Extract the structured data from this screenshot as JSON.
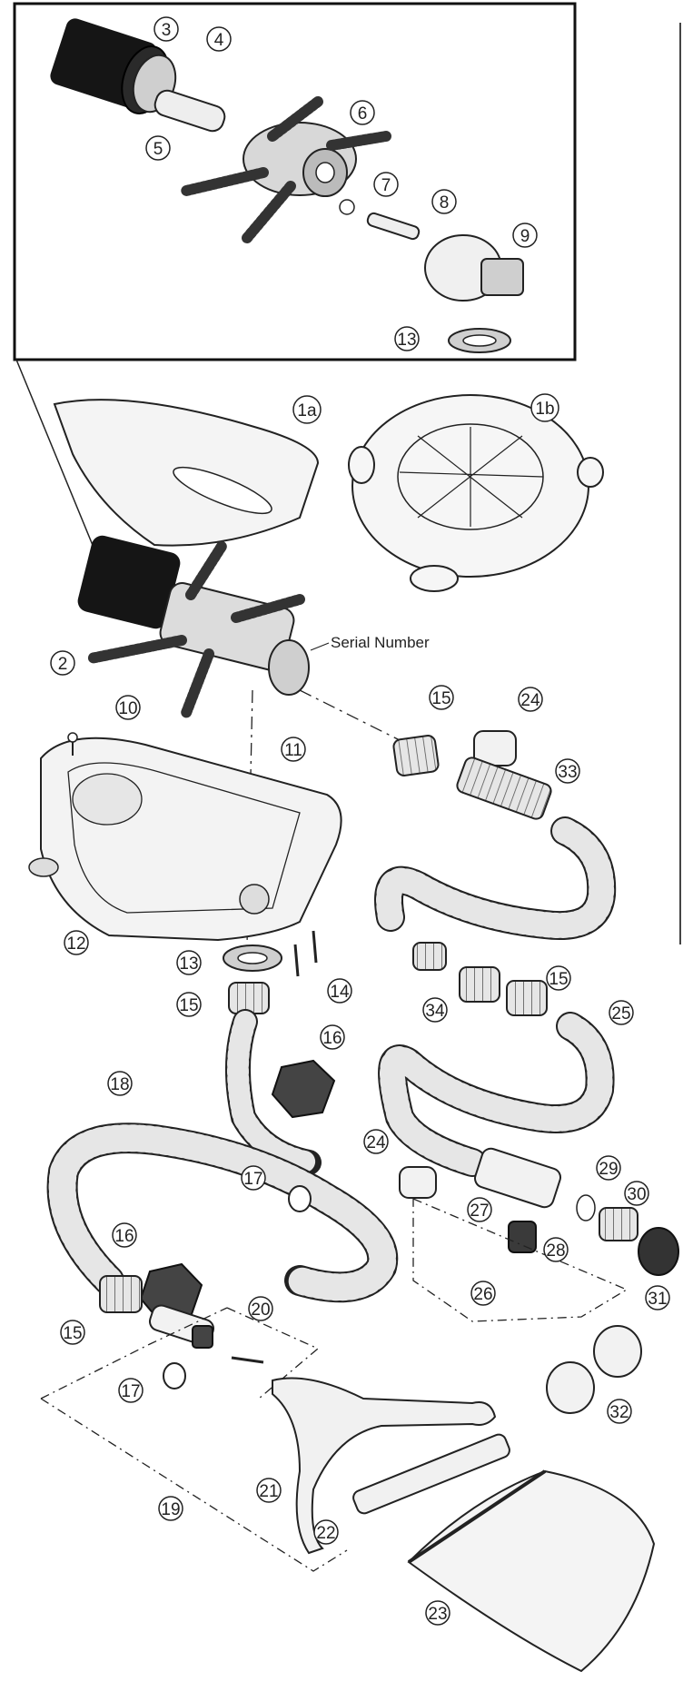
{
  "callouts": {
    "c3": "3",
    "c4": "4",
    "c5": "5",
    "c6": "6",
    "c7": "7",
    "c8": "8",
    "c9": "9",
    "c13_top": "13",
    "c1a": "1a",
    "c1b": "1b",
    "c2": "2",
    "serial": "Serial Number",
    "c10": "10",
    "c11": "11",
    "c12": "12",
    "c13": "13",
    "c14": "14",
    "c15_a": "15",
    "c24_a": "24",
    "c33": "33",
    "c34": "34",
    "c15_b": "15",
    "c25": "25",
    "c15_c": "15",
    "c16_a": "16",
    "c18": "18",
    "c17_a": "17",
    "c24_b": "24",
    "c29": "29",
    "c30": "30",
    "c27": "27",
    "c28": "28",
    "c26": "26",
    "c31": "31",
    "c16_b": "16",
    "c15_d": "15",
    "c20": "20",
    "c17_b": "17",
    "c32": "32",
    "c21": "21",
    "c19": "19",
    "c22": "22",
    "c23": "23"
  },
  "colors": {
    "line": "#222222",
    "dark_part": "#1a1a1a",
    "gray_part": "#bdbdbd",
    "hose": "#e3e3e3"
  }
}
